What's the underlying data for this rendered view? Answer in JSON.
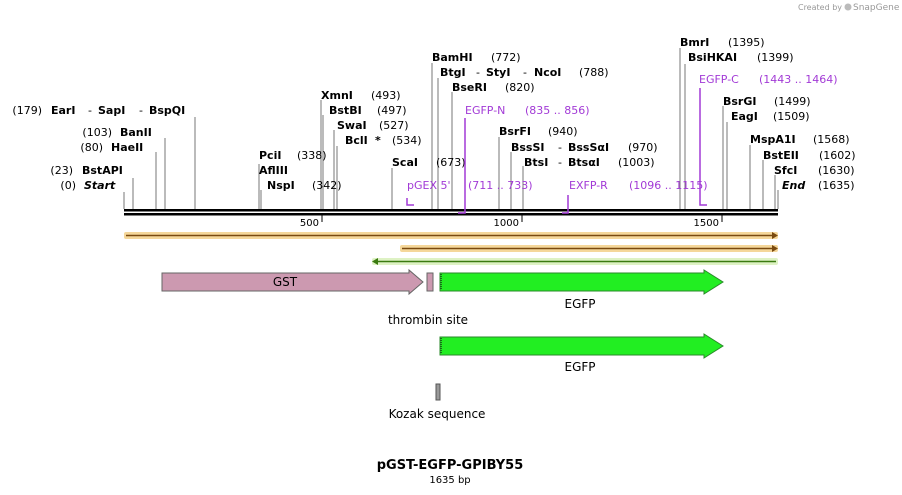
{
  "created_by": "Created by",
  "brand": "SnapGene",
  "title": "pGST-EGFP-GPIBY55",
  "length": "1635 bp",
  "ruler": [
    "500",
    "1000",
    "1500"
  ],
  "enzymes_left": [
    {
      "pos": "(0)",
      "name": "Start"
    },
    {
      "pos": "(23)",
      "name": "BstAPI"
    },
    {
      "pos": "(80)",
      "name": "HaeII"
    },
    {
      "pos": "(103)",
      "name": "BanII"
    },
    {
      "pos": "(179)",
      "name": "EarI",
      "name2": "SapI",
      "name3": "BspQI"
    }
  ],
  "enzymes_mid": [
    {
      "name": "NspI",
      "pos": "(342)"
    },
    {
      "name": "AflIII",
      "pos": ""
    },
    {
      "name": "PciI",
      "pos": "(338)"
    },
    {
      "name": "BclI",
      "star": "*",
      "pos": "(534)"
    },
    {
      "name": "SwaI",
      "pos": "(527)"
    },
    {
      "name": "BstBI",
      "pos": "(497)"
    },
    {
      "name": "XmnI",
      "pos": "(493)"
    },
    {
      "name": "ScaI",
      "pos": "(673)"
    },
    {
      "name": "BseRI",
      "pos": "(820)"
    },
    {
      "name": "BtgI",
      "name2": "StyI",
      "name3": "NcoI",
      "pos": "(788)"
    },
    {
      "name": "BamHI",
      "pos": "(772)"
    },
    {
      "name": "BtsI",
      "name2": "BtsαI",
      "pos": "(1003)"
    },
    {
      "name": "BssSI",
      "name2": "BssSαI",
      "pos": "(970)"
    },
    {
      "name": "BsrFI",
      "pos": "(940)"
    }
  ],
  "enzymes_right": [
    {
      "name": "BmrI",
      "pos": "(1395)"
    },
    {
      "name": "BsiHKAI",
      "pos": "(1399)"
    },
    {
      "name": "BsrGI",
      "pos": "(1499)"
    },
    {
      "name": "EagI",
      "pos": "(1509)"
    },
    {
      "name": "MspA1I",
      "pos": "(1568)"
    },
    {
      "name": "BstEII",
      "pos": "(1602)"
    },
    {
      "name": "SfcI",
      "pos": "(1630)"
    },
    {
      "name": "End",
      "pos": "(1635)"
    }
  ],
  "primers": [
    {
      "name": "pGEX 5'",
      "range": "(711 .. 733)"
    },
    {
      "name": "EGFP-N",
      "range": "(835 .. 856)"
    },
    {
      "name": "EXFP-R",
      "range": "(1096 .. 1115)"
    },
    {
      "name": "EGFP-C",
      "range": "(1443 .. 1464)"
    }
  ],
  "features": {
    "gst": "GST",
    "thrombin": "thrombin site",
    "egfp1": "EGFP",
    "egfp2": "EGFP",
    "kozak": "Kozak sequence"
  },
  "colors": {
    "purple": "#a23ad6",
    "gst": "#cc99b0",
    "egfp": "#22ee22",
    "orange_bar": "#f0c070",
    "green_bar": "#d8f0b0"
  }
}
